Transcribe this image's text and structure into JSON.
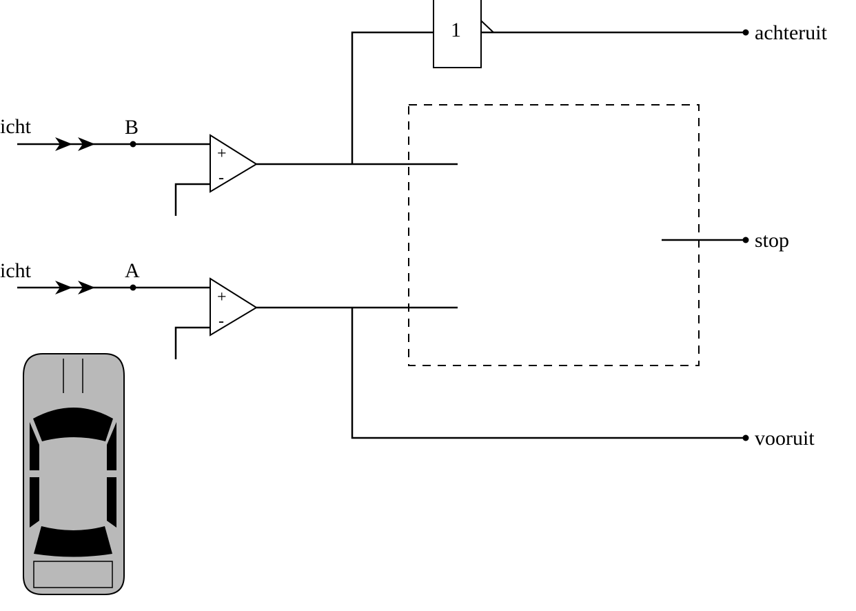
{
  "labels": {
    "top_input_fragment": "icht",
    "bottom_input_fragment": "icht",
    "node_b": "B",
    "node_a": "A",
    "not_gate": "1",
    "output_reverse": "achteruit",
    "output_stop": "stop",
    "output_forward": "vooruit"
  },
  "comparator": {
    "plus": "+",
    "minus": "-"
  },
  "colors": {
    "wire": "#000000",
    "car_body": "#b9b9b9",
    "car_glass": "#000000"
  }
}
